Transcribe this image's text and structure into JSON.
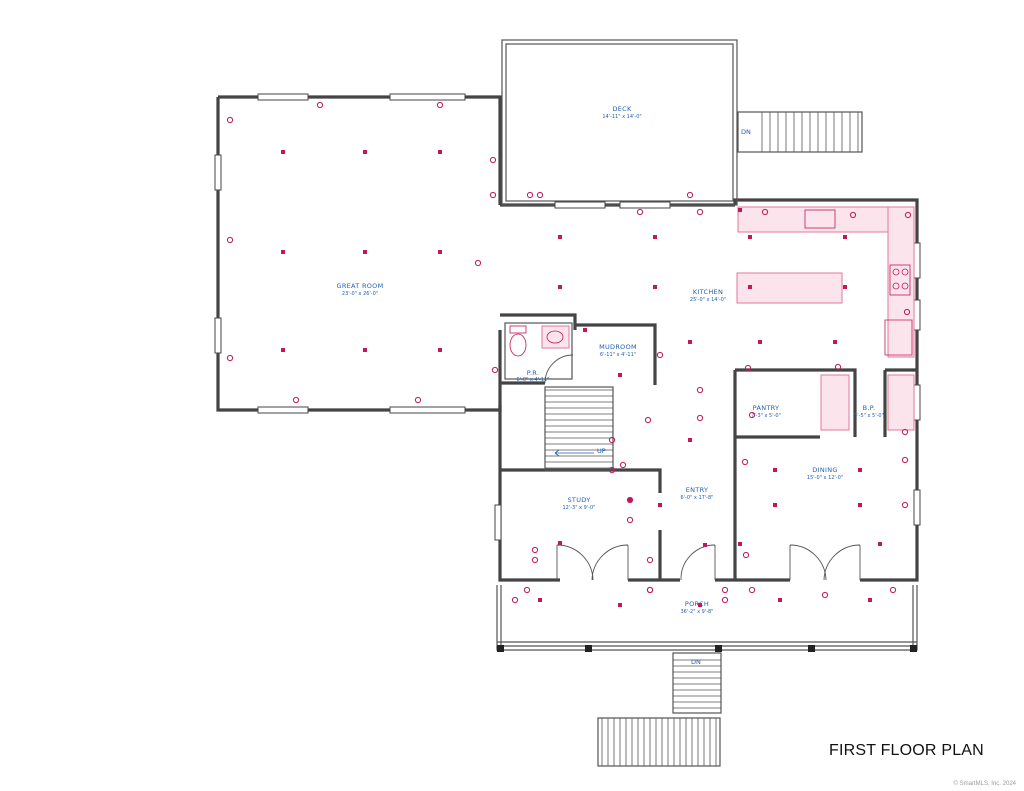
{
  "plan_title": "FIRST FLOOR PLAN",
  "copyright": "© SmartMLS, Inc. 2024",
  "colors": {
    "wall": "#444444",
    "label": "#1f5fb0",
    "electrical": "#c2185b",
    "cabinet": "#e07a9a",
    "cabinet_fill": "#fbe4ec"
  },
  "rooms": {
    "deck": {
      "name": "DECK",
      "dims": "14'-11\" x 14'-0\""
    },
    "great_room": {
      "name": "GREAT ROOM",
      "dims": "23'-0\" x 26'-0\""
    },
    "kitchen": {
      "name": "KITCHEN",
      "dims": "25'-0\" x 14'-0\""
    },
    "mudroom": {
      "name": "MUDROOM",
      "dims": "6'-11\" x 4'-11\""
    },
    "powder": {
      "name": "P.R.",
      "dims": "6'-0\" x 4'-11\""
    },
    "pantry": {
      "name": "PANTRY",
      "dims": "7'-3\" x 5'-0\""
    },
    "bp": {
      "name": "B.P.",
      "dims": "5'-5\" x 5'-0\""
    },
    "dining": {
      "name": "DINING",
      "dims": "15'-0\" x 12'-0\""
    },
    "entry": {
      "name": "ENTRY",
      "dims": "6'-0\" x 17'-8\""
    },
    "study": {
      "name": "STUDY",
      "dims": "12'-3\" x 9'-0\""
    },
    "porch": {
      "name": "PORCH",
      "dims": "36'-2\" x 9'-8\""
    }
  },
  "stairs": {
    "deck_down": "DN",
    "main_up": "UP",
    "porch_down": "DN"
  }
}
